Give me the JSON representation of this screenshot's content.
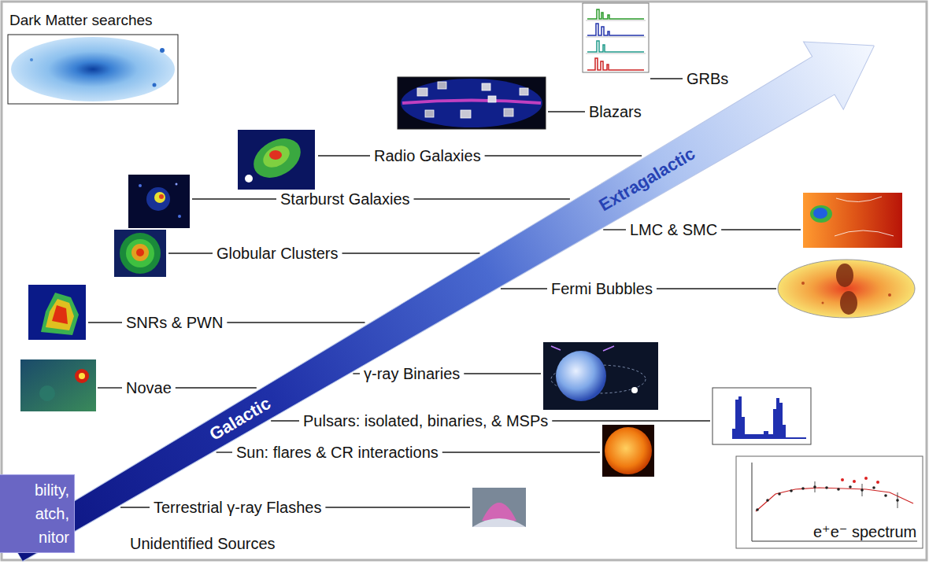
{
  "diagram": {
    "nodes": [
      {
        "text": [
          "Galactic",
          "Extragalactic"
        ]
      },
      {
        "text": [
          "bility, atch, nitor"
        ]
      }
    ],
    "labels": [
      "Dark Matter searches",
      "GRBs",
      "Blazars",
      "Radio Galaxies",
      "Starburst Galaxies",
      "LMC & SMC",
      "Globular Clusters",
      "Fermi Bubbles",
      "SNRs & PWN",
      "γ-ray Binaries",
      "Novae",
      "Pulsars: isolated, binaries, & MSPs",
      "Sun: flares & CR interactions",
      "Terrestrial γ-ray Flashes",
      "Unidentified Sources",
      "e⁺e⁻ spectrum"
    ]
  }
}
